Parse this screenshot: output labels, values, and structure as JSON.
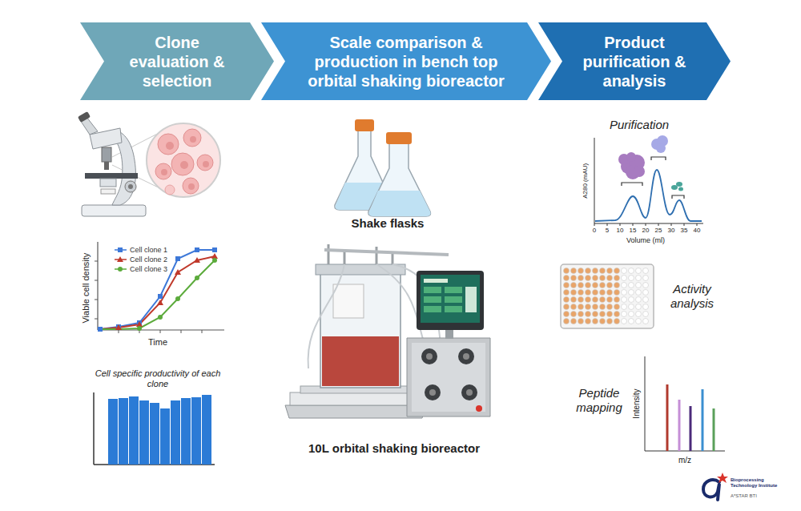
{
  "diagram": {
    "nodes": [
      {
        "text": [
          "Clone evaluation & selection"
        ]
      },
      {
        "text": [
          "Scale comparison & production in bench top orbital shaking bioreactor"
        ]
      },
      {
        "text": [
          "Product purification & analysis"
        ]
      }
    ],
    "labels": [
      "Viable cell density",
      "Time",
      "Cell specific productivity of each clone",
      "Shake flasks",
      "10L orbital shaking bioreactor",
      "Purification",
      "A280 (mAU)",
      "0",
      "5",
      "10",
      "15",
      "20",
      "25",
      "30",
      "35",
      "40",
      "Volume (ml)",
      "Activity analysis",
      "Peptide mapping",
      "Intensity",
      "m/z",
      "Bioprocessing Technology Institute",
      "A*STAR BTI"
    ],
    "legend": [
      {
        "text": "Cell clone 1"
      },
      {
        "text": "Cell clone 2"
      },
      {
        "text": "Cell clone 3"
      }
    ]
  }
}
